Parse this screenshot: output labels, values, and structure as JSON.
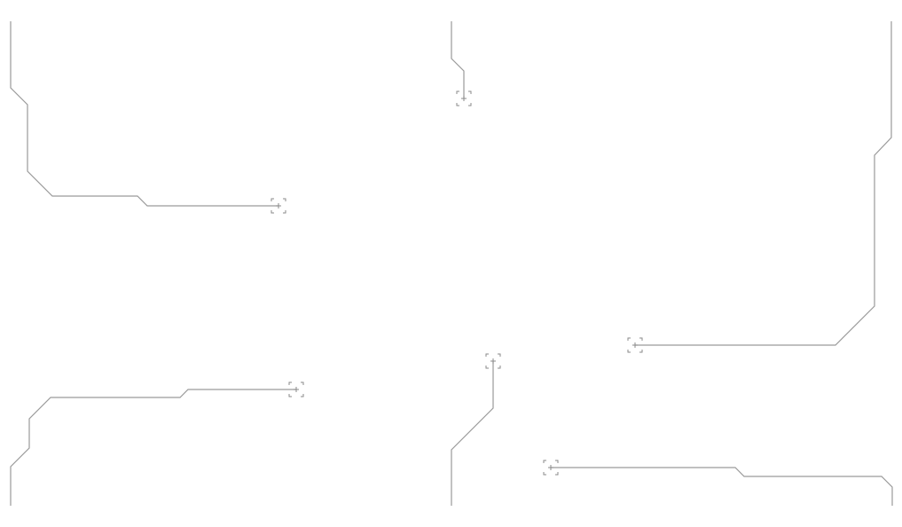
{
  "colors": {
    "background": "#ffffff",
    "connector": "#9a9a9a",
    "marker": "#8a8a8a"
  },
  "connectors": [
    {
      "id": "connector-1"
    },
    {
      "id": "connector-2"
    },
    {
      "id": "connector-3"
    },
    {
      "id": "connector-4"
    },
    {
      "id": "connector-5"
    },
    {
      "id": "connector-6"
    }
  ]
}
